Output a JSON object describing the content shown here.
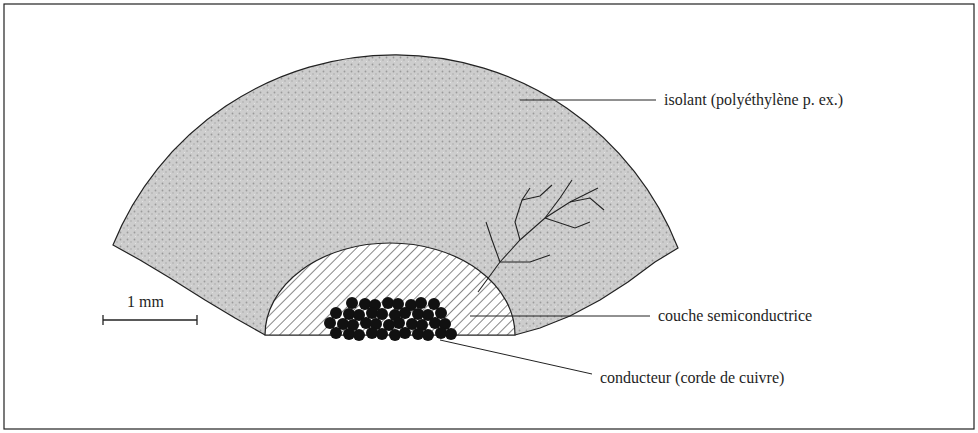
{
  "diagram": {
    "labels": [
      "isolant (polyéthylène p. ex.)",
      "couche semiconductrice",
      "conducteur (corde de cuivre)",
      "1 mm"
    ]
  }
}
